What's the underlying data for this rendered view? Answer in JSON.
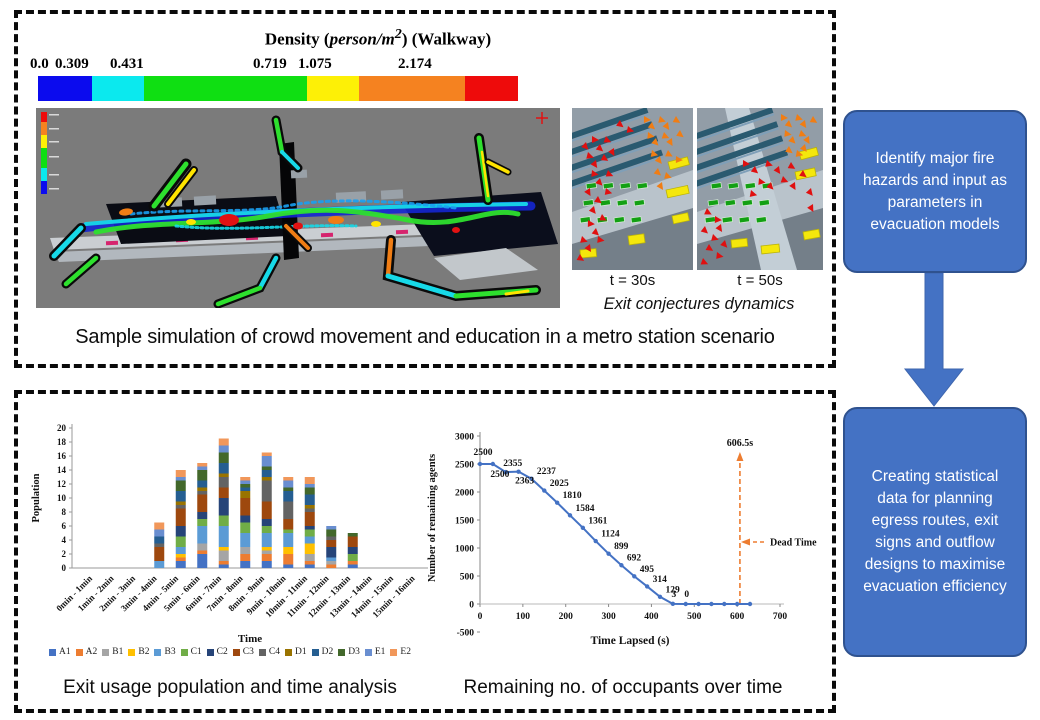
{
  "top_panel": {
    "density_legend": {
      "title_prefix": "Density (",
      "title_math": "person/m",
      "title_sup": "2",
      "title_suffix": ") (Walkway)",
      "tick_labels": [
        "0.0",
        "0.309",
        "0.431",
        "0.719",
        "1.075",
        "2.174"
      ],
      "segment_colors": [
        "#0B0BEE",
        "#0BE9EE",
        "#0FDF12",
        "#FDF006",
        "#F58220",
        "#EE0B0B"
      ]
    },
    "snapshots": [
      {
        "label": "t = 30s"
      },
      {
        "label": "t = 50s"
      }
    ],
    "snapshots_caption": "Exit conjectures dynamics",
    "caption": "Sample simulation of crowd movement and education in a metro station scenario"
  },
  "flow": {
    "step1": "Identify major fire hazards and input as parameters in evacuation models",
    "step2": "Creating statistical data for planning egress routes, exit signs and outflow designs to maximise evacuation efficiency",
    "accent_color": "#4472C4"
  },
  "bottom_panel": {
    "bar_caption": "Exit usage population and time analysis",
    "line_caption": "Remaining no. of occupants over time"
  },
  "chart_data": [
    {
      "type": "bar",
      "stacked": true,
      "title": "",
      "xlabel": "Time",
      "ylabel": "Population",
      "ylim": [
        0,
        20
      ],
      "ytick_step": 2,
      "legend_position": "bottom",
      "categories": [
        "0min - 1min",
        "1min - 2min",
        "2min - 3min",
        "3min - 4min",
        "4min - 5min",
        "5min - 6min",
        "6min - 7min",
        "7min - 8min",
        "8min - 9min",
        "9min - 10min",
        "10min - 11min",
        "11min - 12min",
        "12min - 13min",
        "13min - 14min",
        "14min - 15min",
        "15min - 16min"
      ],
      "series": [
        {
          "name": "A1",
          "color": "#4472C4",
          "values": [
            0,
            0,
            0,
            0,
            1,
            2,
            0.5,
            1,
            1,
            0.5,
            0.5,
            0,
            0.5,
            0,
            0,
            0
          ]
        },
        {
          "name": "A2",
          "color": "#ED7D31",
          "values": [
            0,
            0,
            0,
            0,
            0.5,
            0.5,
            0.5,
            1,
            1,
            1.5,
            0.5,
            0.5,
            0.5,
            0,
            0,
            0
          ]
        },
        {
          "name": "B1",
          "color": "#A5A5A5",
          "values": [
            0,
            0,
            0,
            0,
            0,
            1,
            1.5,
            1,
            0.5,
            0,
            1,
            0.5,
            0,
            0,
            0,
            0
          ]
        },
        {
          "name": "B2",
          "color": "#FFC000",
          "values": [
            0,
            0,
            0,
            0,
            0.5,
            0,
            0.5,
            0,
            0.5,
            1,
            1.5,
            0,
            0,
            0,
            0,
            0
          ]
        },
        {
          "name": "B3",
          "color": "#5B9BD5",
          "values": [
            0,
            0,
            0,
            1,
            1,
            2.5,
            3,
            2,
            2,
            2,
            1,
            0.5,
            0,
            0,
            0,
            0
          ]
        },
        {
          "name": "C1",
          "color": "#70AD47",
          "values": [
            0,
            0,
            0,
            0,
            1.5,
            1,
            1.5,
            1.5,
            1,
            0.5,
            1,
            0,
            1,
            0,
            0,
            0
          ]
        },
        {
          "name": "C2",
          "color": "#264478",
          "values": [
            0,
            0,
            0,
            0,
            1.5,
            1,
            2.5,
            1,
            1,
            0,
            0.5,
            1.5,
            1,
            0,
            0,
            0
          ]
        },
        {
          "name": "C3",
          "color": "#9E480E",
          "values": [
            0,
            0,
            0,
            2,
            2.5,
            2.5,
            1.5,
            2.5,
            2.5,
            1.5,
            2,
            1,
            1.5,
            0,
            0,
            0
          ]
        },
        {
          "name": "C4",
          "color": "#636363",
          "values": [
            0,
            0,
            0,
            0.5,
            0.5,
            0.5,
            1.5,
            0,
            3,
            2.5,
            0.5,
            0.5,
            0,
            0,
            0,
            0
          ]
        },
        {
          "name": "D1",
          "color": "#997300",
          "values": [
            0,
            0,
            0,
            0,
            0.5,
            0.5,
            0.5,
            1,
            0.5,
            0,
            0.5,
            0,
            0,
            0,
            0,
            0
          ]
        },
        {
          "name": "D2",
          "color": "#255E91",
          "values": [
            0,
            0,
            0,
            1,
            1.5,
            1,
            1.5,
            0.5,
            1,
            1.5,
            1.5,
            0,
            0,
            0,
            0,
            0
          ]
        },
        {
          "name": "D3",
          "color": "#43682B",
          "values": [
            0,
            0,
            0,
            0,
            1.5,
            1.5,
            1.5,
            0.5,
            0.5,
            0.5,
            1,
            1,
            0.5,
            0,
            0,
            0
          ]
        },
        {
          "name": "E1",
          "color": "#698ED0",
          "values": [
            0,
            0,
            0,
            1,
            0.5,
            0.5,
            1,
            0.5,
            1.5,
            1,
            0.5,
            0.5,
            0,
            0,
            0,
            0
          ]
        },
        {
          "name": "E2",
          "color": "#F1975A",
          "values": [
            0,
            0,
            0,
            1,
            1,
            0.5,
            1,
            0.5,
            0.5,
            0.5,
            1,
            0,
            0,
            0,
            0,
            0
          ]
        }
      ]
    },
    {
      "type": "line",
      "title": "",
      "xlabel": "Time Lapsed (s)",
      "ylabel": "Number of remaining agents",
      "xlim": [
        0,
        700
      ],
      "xtick_step": 100,
      "ylim": [
        -500,
        3000
      ],
      "ytick_step": 500,
      "line_color": "#4472C4",
      "x": [
        0,
        30,
        60,
        90,
        120,
        150,
        180,
        210,
        240,
        270,
        300,
        330,
        360,
        390,
        420,
        450,
        480,
        510,
        540,
        570,
        600,
        630
      ],
      "y": [
        2500,
        2500,
        2355,
        2363,
        2237,
        2025,
        1810,
        1584,
        1361,
        1124,
        899,
        692,
        495,
        314,
        129,
        3,
        0,
        0,
        0,
        0,
        0,
        0
      ],
      "point_labels": [
        "2500",
        "2500",
        "2355",
        "2363",
        "2237",
        "2025",
        "1810",
        "1584",
        "1361",
        "1124",
        "899",
        "692",
        "495",
        "314",
        "129",
        "3",
        "0"
      ],
      "dead_time": {
        "x": 606.5,
        "label": "606.5s",
        "legend_label": "Dead Time",
        "color": "#ED7D31"
      }
    }
  ]
}
